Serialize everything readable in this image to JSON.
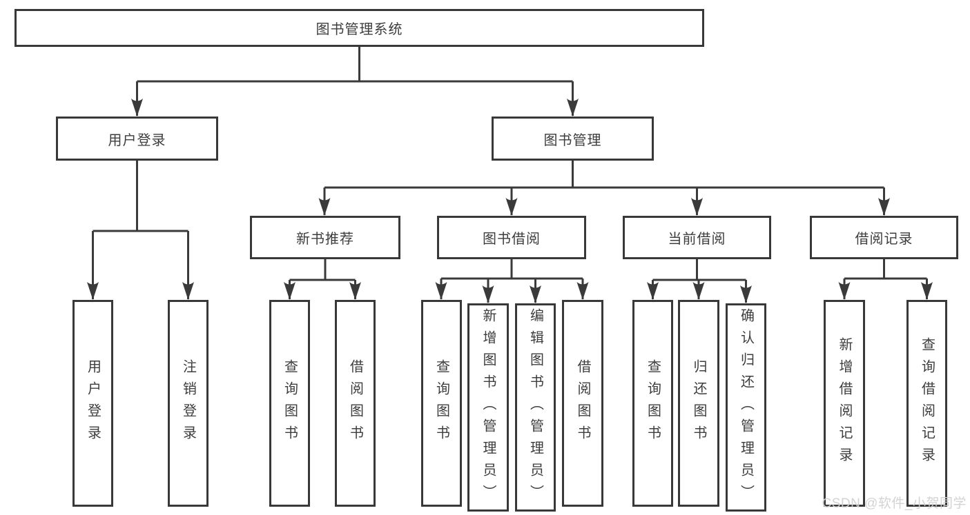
{
  "diagram": {
    "root": {
      "label": "图书管理系统"
    },
    "branches": [
      {
        "label": "用户登录",
        "children": [
          {
            "label": "用户登录"
          },
          {
            "label": "注销登录"
          }
        ]
      },
      {
        "label": "图书管理",
        "children": [
          {
            "label": "新书推荐",
            "children": [
              {
                "label": "查询图书"
              },
              {
                "label": "借阅图书"
              }
            ]
          },
          {
            "label": "图书借阅",
            "children": [
              {
                "label": "查询图书"
              },
              {
                "label": "新增图书（管理员）"
              },
              {
                "label": "编辑图书（管理员）"
              },
              {
                "label": "借阅图书"
              }
            ]
          },
          {
            "label": "当前借阅",
            "children": [
              {
                "label": "查询图书"
              },
              {
                "label": "归还图书"
              },
              {
                "label": "确认归还（管理员）"
              }
            ]
          },
          {
            "label": "借阅记录",
            "children": [
              {
                "label": "新增借阅记录"
              },
              {
                "label": "查询借阅记录"
              }
            ]
          }
        ]
      }
    ]
  },
  "watermark": {
    "text": "CSDN @软件_小贺同学"
  },
  "colors": {
    "line": "#3a3a3a",
    "box_border": "#383838",
    "text": "#3d3d3d",
    "watermark": "#d1d1d1",
    "background": "#ffffff"
  }
}
